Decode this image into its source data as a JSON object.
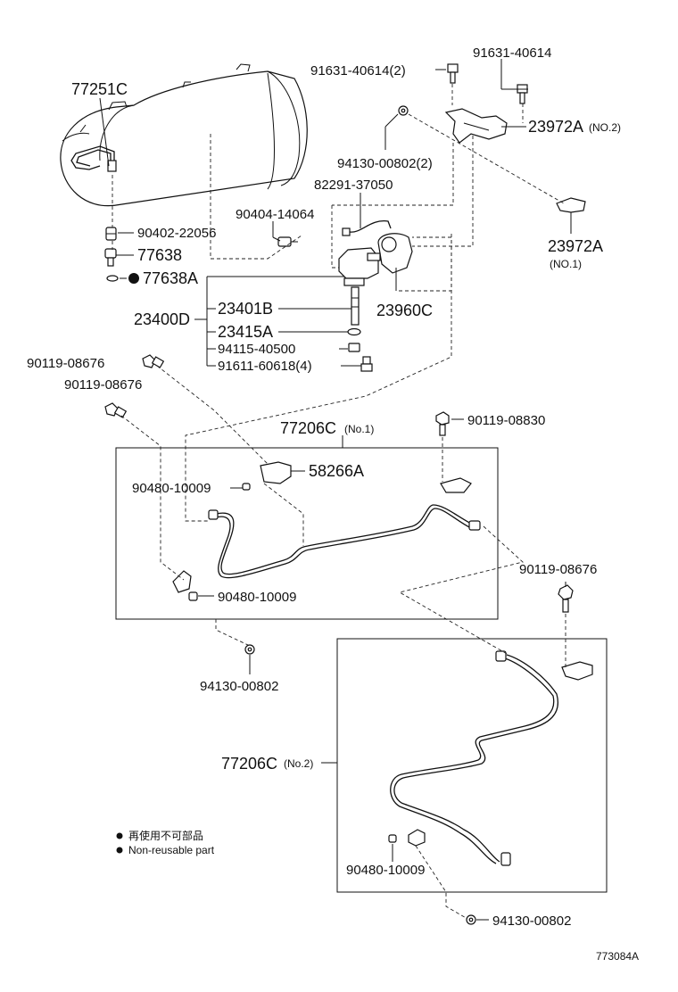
{
  "labels": {
    "p77251C": "77251C",
    "p91631a": "91631-40614(2)",
    "p91631b": "91631-40614",
    "p23972A_no2": "23972A",
    "p23972A_no2_note": "(NO.2)",
    "p94130a": "94130-00802(2)",
    "p82291": "82291-37050",
    "p90404": "90404-14064",
    "p90402": "90402-22056",
    "p77638": "77638",
    "p77638A": "77638A",
    "p23972A_no1": "23972A",
    "p23972A_no1_note": "(NO.1)",
    "p23400D": "23400D",
    "p23401B": "23401B",
    "p23960C": "23960C",
    "p23415A": "23415A",
    "p94115": "94115-40500",
    "p91611": "91611-60618(4)",
    "p90119a": "90119-08676",
    "p90119b": "90119-08676",
    "p77206C_no1": "77206C",
    "p77206C_no1_note": "(No.1)",
    "p90119_08830": "90119-08830",
    "p58266A": "58266A",
    "p90480a": "90480-10009",
    "p90119c": "90119-08676",
    "p90480b": "90480-10009",
    "p94130b": "94130-00802",
    "p77206C_no2": "77206C",
    "p77206C_no2_note": "(No.2)",
    "p90480c": "90480-10009",
    "p94130c": "94130-00802"
  },
  "legend": {
    "japanese": "再使用不可部品",
    "english": "Non-reusable part"
  },
  "illustration_id": "773084A"
}
